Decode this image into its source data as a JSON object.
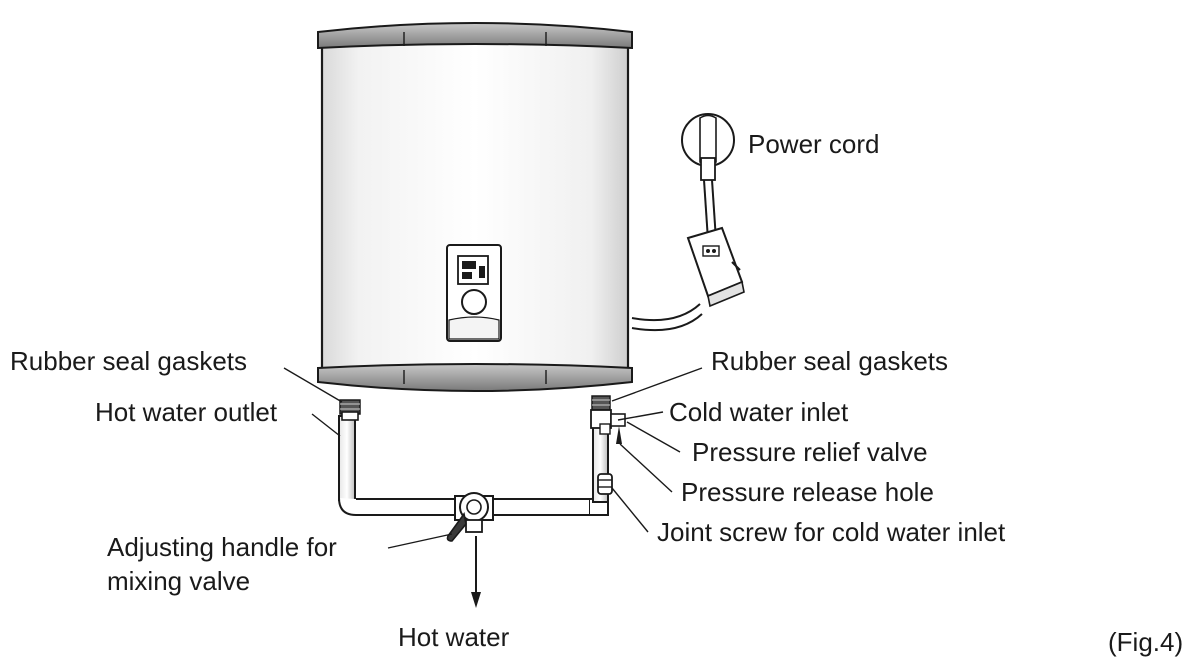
{
  "labels": {
    "power_cord": "Power cord",
    "rubber_seal_left": "Rubber seal gaskets",
    "rubber_seal_right": "Rubber seal gaskets",
    "hot_water_outlet": "Hot water outlet",
    "cold_water_inlet": "Cold water inlet",
    "pressure_relief_valve": "Pressure relief valve",
    "pressure_release_hole": "Pressure release hole",
    "joint_screw": "Joint screw  for cold water inlet",
    "adjusting_handle_line1": "Adjusting handle for",
    "adjusting_handle_line2": "mixing valve",
    "hot_water": "Hot water",
    "figure_caption": "(Fig.4)"
  }
}
